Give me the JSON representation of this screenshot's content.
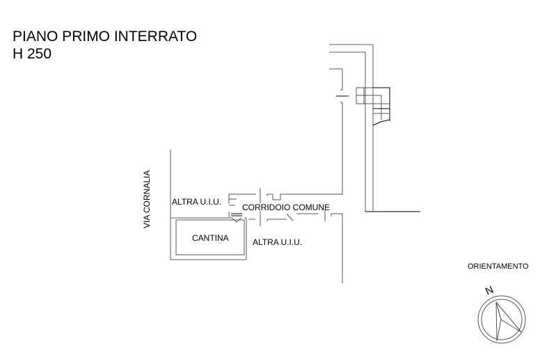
{
  "title": "PIANO PRIMO INTERRATO",
  "height_label": "H 250",
  "rooms": {
    "street": "VIA CORNALIA",
    "other_unit_top": "ALTRA U.I.U.",
    "corridor": "CORRIDOIO COMUNE",
    "cellar": "CANTINA",
    "other_unit_bottom": "ALTRA U.I.U."
  },
  "compass": {
    "label": "ORIENTAMENTO",
    "north": "N"
  }
}
